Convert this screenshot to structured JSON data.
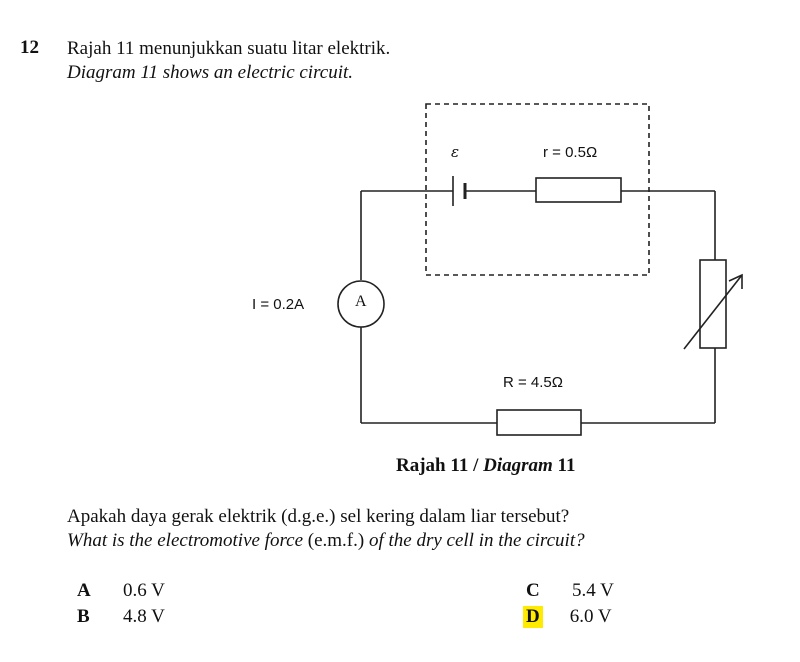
{
  "question": {
    "number": "12",
    "stem_ms": "Rajah 11 menunjukkan suatu litar elektrik.",
    "stem_en": "Diagram 11 shows an electric circuit.",
    "prompt_ms": "Apakah daya gerak elektrik (d.g.e.) sel kering dalam liar tersebut?",
    "prompt_en_part1": "What is the electromotive force",
    "prompt_en_part2": " (e.m.f.) ",
    "prompt_en_part3": "of the dry cell in the circuit?"
  },
  "diagram": {
    "emf_symbol": "ε",
    "internal_resistance": "r = 0.5Ω",
    "current": "I = 0.2A",
    "ammeter_symbol": "A",
    "external_resistance": "R = 4.5Ω",
    "caption_ms": "Rajah 11 / ",
    "caption_en": "Diagram",
    "caption_num": " 11"
  },
  "options": [
    {
      "letter": "A",
      "value": "0.6 V"
    },
    {
      "letter": "B",
      "value": "4.8 V"
    },
    {
      "letter": "C",
      "value": "5.4 V"
    },
    {
      "letter": "D",
      "value": "6.0 V",
      "highlighted": true
    }
  ],
  "colors": {
    "highlight": "#ffeb00"
  }
}
